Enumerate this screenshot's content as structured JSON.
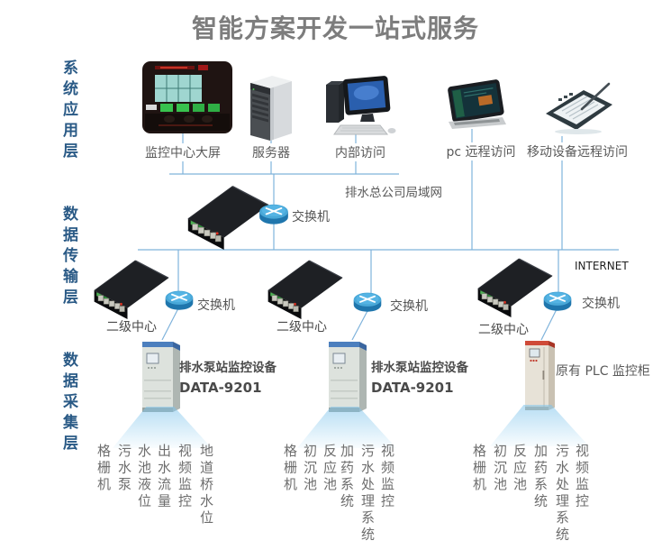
{
  "title": "智能方案开发一站式服务",
  "layers": {
    "application": "系统应用层",
    "transmission": "数据传输层",
    "collection": "数据采集层"
  },
  "application_devices": [
    {
      "label": "监控中心大屏",
      "icon": "video-wall"
    },
    {
      "label": "服务器",
      "icon": "server-tower"
    },
    {
      "label": "内部访问",
      "icon": "desktop-pc"
    },
    {
      "label": "pc 远程访问",
      "icon": "touch-pc"
    },
    {
      "label": "移动设备远程访问",
      "icon": "tablet-stylus"
    }
  ],
  "network": {
    "lan_label": "排水总公司局域网",
    "internet_label": "INTERNET",
    "main_switch_label": "交换机",
    "sub_centers": [
      {
        "name": "二级中心",
        "switch_label": "交换机"
      },
      {
        "name": "二级中心",
        "switch_label": "交换机"
      },
      {
        "name": "二级中心",
        "switch_label": "交换机"
      }
    ]
  },
  "collection": {
    "stations": [
      {
        "name_line1": "排水泵站监控设备",
        "name_line2": "DATA-9201",
        "signals": [
          "格栅机",
          "污水泵",
          "水池液位",
          "出水流量",
          "视频监控",
          "地道桥水位"
        ]
      },
      {
        "name_line1": "排水泵站监控设备",
        "name_line2": "DATA-9201",
        "signals": [
          "格栅机",
          "初沉池",
          "反应池",
          "加药系统",
          "污水处理系统",
          "视频监控"
        ]
      },
      {
        "name_line1": "原有 PLC 监控柜",
        "signals": [
          "格栅机",
          "初沉池",
          "反应池",
          "加药系统",
          "污水处理系统",
          "视频监控"
        ]
      }
    ]
  },
  "colors": {
    "line": "#7fb3db",
    "layer_label": "#2a5a86",
    "title": "#7d7d7d",
    "beam": "#7dc3eb"
  }
}
